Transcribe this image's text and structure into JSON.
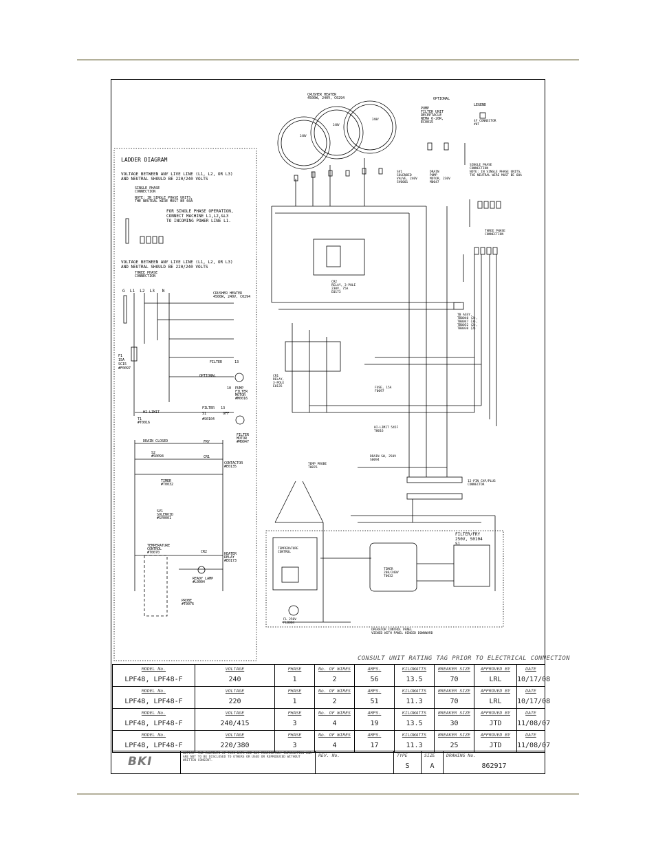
{
  "diagram": {
    "labels": {
      "ladder_title": "LADDER DIAGRAM",
      "voltage_note_1": "VOLTAGE BETWEEN ANY LIVE LINE (L1, L2, OR L3)\nAND NEUTRAL SHOULD BE 220/240 VOLTS",
      "single_phase_conn": "SINGLE PHASE\nCONNECTION",
      "single_phase_note": "NOTE: IN SINGLE PHASE UNITS,\nTHE NEUTRAL WIRE MUST BE 60A",
      "single_phase_op": "FOR SINGLE PHASE OPERATION,\nCONNECT MACHINE L1,L2,&L3\nTO INCOMING POWER LINE L1.",
      "voltage_note_2": "VOLTAGE BETWEEN ANY LIVE LINE (L1, L2, OR L3)\nAND NEUTRAL SHOULD BE 220/240 VOLTS",
      "three_phase_conn": "THREE PHASE\nCONNECTION",
      "bus": "G  L1  L2  L3   N",
      "crusher_heater_ladder": "CRUSHER HEATER\n4500W, 240V, C0294",
      "fuse": "F1\n15A\nSC15\n#F0097",
      "filter_13": "FILTER      13",
      "optional": "OPTIONAL",
      "pump_motor": "10  PUMP\n    FILTER\n    MOTOR\n    #M0016",
      "filter_off": "FILTER   13\nS1        OFF\n#S0104",
      "filter_motor": "FILTER\nMOTOR\n#M0047",
      "fry": "FRY",
      "hi_limit": "HI-LIMIT",
      "t1": "T1\n#T0016",
      "drain_closed": "DRAIN CLOSED",
      "s2": "S2\n#S0094",
      "cr1": "CR1",
      "contactor": "CONTACTOR\n#E0135",
      "timer": "TIMER\n#T0032",
      "solenoid": "SV1\nSOLENOID\n#SV0001",
      "temp_ctrl": "TEMPERATURE\nCONTROL\n#T0070",
      "cr2": "CR2",
      "heater_relay": "HEATER\nRELAY\n#E0173",
      "ready_lamp": "READY LAMP\n#L0004",
      "probe_ladder": "PROBE\n#T0076",
      "crusher_heater_top": "CRUSHER HEATER\n4500W, 240V, C0294",
      "heater_label": "240V",
      "optional_top": "OPTIONAL",
      "pump_top": "PUMP\nFILTER UNIT\nRECEPTACLE\nNEMA 6-20R,\nEC0015",
      "legend": "LEGEND",
      "legend_item": "4F CONNECTOR\n#0T",
      "sv1_top": "SV1\nSOLENOID\nVALVE, 240V\nSV0001",
      "drain_pump_top": "DRAIN\nPUMP\nMOTOR, 230V\nM0047",
      "single_phase_top": "SINGLE PHASE\nCONNECTION\nNOTE: IN SINGLE PHASE UNITS,\nTHE NEUTRAL WIRE MUST BE 60A",
      "three_phase_top": "THREE PHASE\nCONNECTION",
      "relay_3pole": "CR2\nRELAY, 3-POLE\n230V, 75A\nE0173",
      "tb_assy": "TB ASSY,\nTB0040 (2),\nTB0047 (3),\nTB0052 (2),\nTB0030 (2)",
      "relay_cr1": "CR1\nRELAY,\n3-POLE\nE0135",
      "fuse_top": "FUSE, 15A\nF0097",
      "hilimit_top": "HI-LIMIT 545F\nT0016",
      "drain_sw": "DRAIN SW, 250V\nS0094",
      "connector_12": "12-PIN CAP/PLUG\nCONNECTOR",
      "temp_probe_top": "TEMP PROBE\nT0076",
      "filter_fry": "FILTER/FRY\n250V, S0104\nS1",
      "temp_ctrl_top": "TEMPERATURE\nCONTROL",
      "timer_top": "TIMER\n208/240V\nT0032",
      "fuse_bottom": "FL 250V\nFL0004",
      "operator_panel": "OPERATOR CONTROL PANEL\nVIEWED WITH PANEL HINGED DOWNWARD"
    }
  },
  "consult_note": "CONSULT UNIT RATING TAG PRIOR TO ELECTRICAL CONNECTION",
  "spec_table": {
    "headers": [
      "MODEL No.",
      "VOLTAGE",
      "PHASE",
      "No. OF WIRES",
      "AMPS.",
      "KILOWATTS",
      "BREAKER SIZE",
      "APPROVED BY",
      "DATE"
    ],
    "rows": [
      [
        "LPF48, LPF48-F",
        "240",
        "1",
        "2",
        "56",
        "13.5",
        "70",
        "LRL",
        "10/17/08"
      ],
      [
        "LPF48, LPF48-F",
        "220",
        "1",
        "2",
        "51",
        "11.3",
        "70",
        "LRL",
        "10/17/08"
      ],
      [
        "LPF48, LPF48-F",
        "240/415",
        "3",
        "4",
        "19",
        "13.5",
        "30",
        "JTD",
        "11/08/07"
      ],
      [
        "LPF48, LPF48-F",
        "220/380",
        "3",
        "4",
        "17",
        "11.3",
        "25",
        "JTD",
        "11/08/07"
      ]
    ]
  },
  "title_block": {
    "logo": "BKI",
    "notes": "NOTICE:\nTHE CONTENTS OF THIS DATA ARE BKI PROPRIETARY INFORMATION AND ARE NOT TO BE DISCLOSED TO OTHERS OR USED OR REPRODUCED WITHOUT WRITTEN CONSENT.",
    "rev_label": "REV. No.",
    "rev_value": "",
    "type_label": "TYPE",
    "type_value": "S",
    "size_label": "SIZE",
    "size_value": "A",
    "drawing_label": "DRAWING No.",
    "drawing_value": "862917"
  }
}
